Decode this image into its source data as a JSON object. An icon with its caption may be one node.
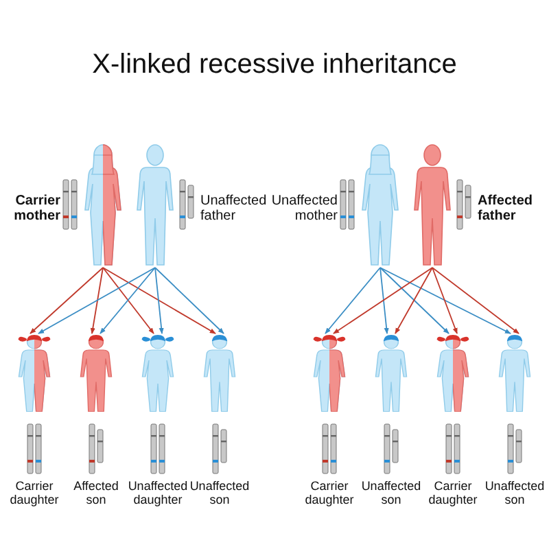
{
  "diagram": {
    "title": "X-linked recessive inheritance",
    "nodes": [
      {
        "text": [
          "Carrier mother"
        ]
      },
      {
        "text": [
          "Unaffected father"
        ]
      },
      {
        "text": [
          "Unaffected mother"
        ]
      },
      {
        "text": [
          "Affected father"
        ]
      },
      {
        "text": [
          "Carrier daughter"
        ]
      },
      {
        "text": [
          "Affected son"
        ]
      },
      {
        "text": [
          "Unaffected daughter"
        ]
      },
      {
        "text": [
          "Unaffected son"
        ]
      },
      {
        "text": [
          "Carrier daughter"
        ]
      },
      {
        "text": [
          "Unaffected son"
        ]
      },
      {
        "text": [
          "Carrier daughter"
        ]
      },
      {
        "text": [
          "Unaffected son"
        ]
      }
    ],
    "edges": [
      {
        "from": 0,
        "to": 4,
        "arrow": "to",
        "color": "#c0392b"
      },
      {
        "from": 0,
        "to": 5,
        "arrow": "to",
        "color": "#c0392b"
      },
      {
        "from": 0,
        "to": 6,
        "arrow": "to",
        "color": "#c0392b"
      },
      {
        "from": 0,
        "to": 7,
        "arrow": "to",
        "color": "#c0392b"
      },
      {
        "from": 1,
        "to": 4,
        "arrow": "to",
        "color": "#3a8dc4"
      },
      {
        "from": 1,
        "to": 5,
        "arrow": "to",
        "color": "#3a8dc4"
      },
      {
        "from": 1,
        "to": 6,
        "arrow": "to",
        "color": "#3a8dc4"
      },
      {
        "from": 1,
        "to": 7,
        "arrow": "to",
        "color": "#3a8dc4"
      },
      {
        "from": 2,
        "to": 8,
        "arrow": "to",
        "color": "#3a8dc4"
      },
      {
        "from": 2,
        "to": 9,
        "arrow": "to",
        "color": "#3a8dc4"
      },
      {
        "from": 2,
        "to": 10,
        "arrow": "to",
        "color": "#3a8dc4"
      },
      {
        "from": 2,
        "to": 11,
        "arrow": "to",
        "color": "#3a8dc4"
      },
      {
        "from": 3,
        "to": 8,
        "arrow": "to",
        "color": "#c0392b"
      },
      {
        "from": 3,
        "to": 9,
        "arrow": "to",
        "color": "#c0392b"
      },
      {
        "from": 3,
        "to": 10,
        "arrow": "to",
        "color": "#c0392b"
      },
      {
        "from": 3,
        "to": 11,
        "arrow": "to",
        "color": "#c0392b"
      }
    ]
  }
}
